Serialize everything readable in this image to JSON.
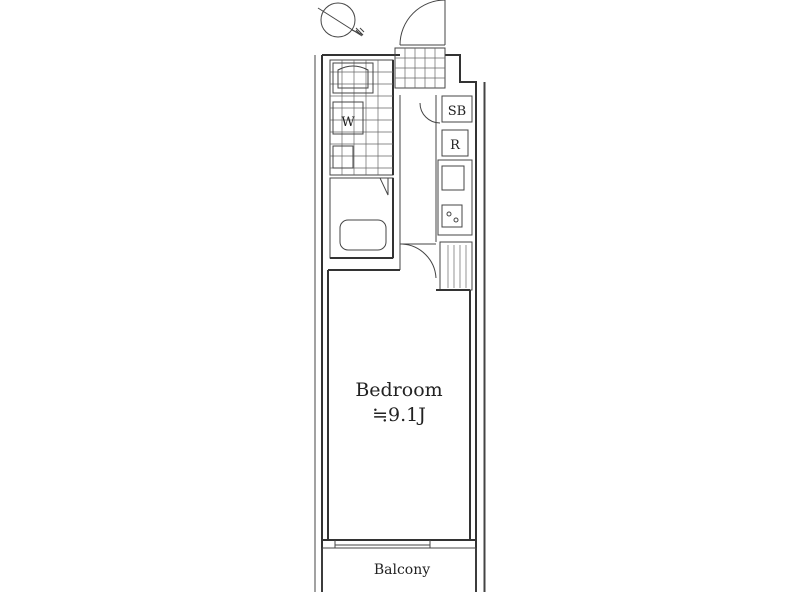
{
  "rooms": {
    "bedroom": {
      "name": "Bedroom",
      "size": "≒9.1J"
    },
    "balcony": "Balcony"
  },
  "fixtures": {
    "washer": "W",
    "shoe_box": "SB",
    "refrigerator": "R"
  },
  "colors": {
    "wall": "#333333",
    "background": "#ffffff"
  },
  "icons": {
    "north_arrow": "compass-north-icon"
  }
}
